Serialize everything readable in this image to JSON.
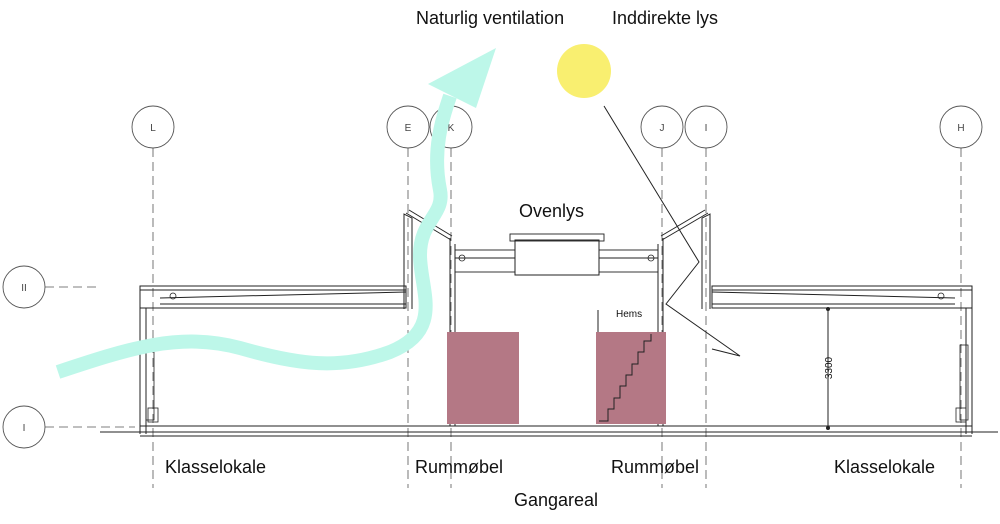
{
  "labels": {
    "natural_ventilation": "Naturlig ventilation",
    "indirect_light": "Inddirekte lys",
    "skylight": "Ovenlys",
    "loft": "Hems",
    "dimension": "3300",
    "classroom_left": "Klasselokale",
    "furniture_left": "Rummøbel",
    "furniture_right": "Rummøbel",
    "classroom_right": "Klasselokale",
    "corridor": "Gangareal"
  },
  "grid_axes": {
    "vertical": [
      "L",
      "E",
      "K",
      "J",
      "I",
      "H"
    ],
    "horizontal": [
      "II",
      "I"
    ]
  },
  "colors": {
    "ventilation_arrow": "#bdf7e9",
    "sun": "#f9ef70",
    "furniture": "#b47885",
    "line": "#222222"
  }
}
